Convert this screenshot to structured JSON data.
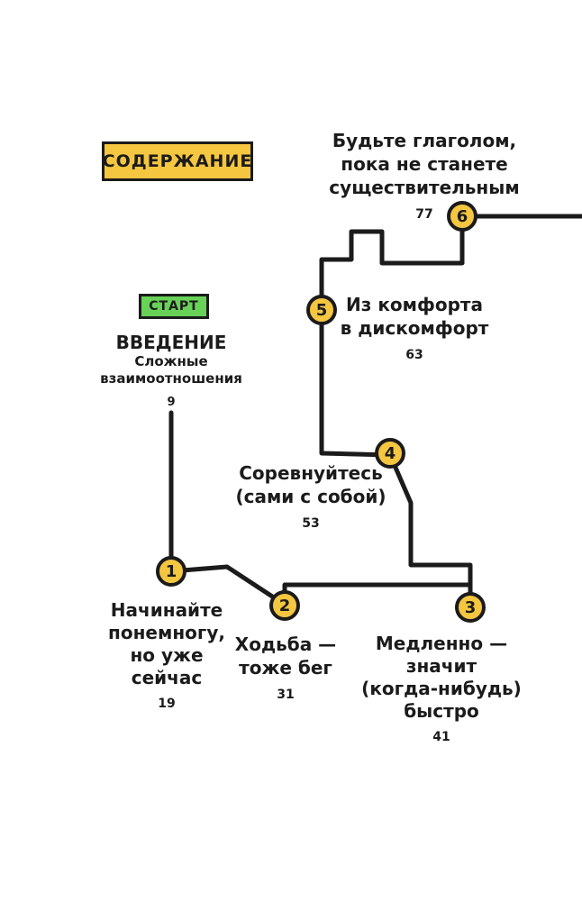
{
  "header": {
    "contents_label": "СОДЕРЖАНИЕ",
    "start_label": "СТАРТ"
  },
  "intro": {
    "title": "ВВЕДЕНИЕ",
    "subtitle": [
      "Сложные",
      "взаимоотношения"
    ],
    "page": "9"
  },
  "chapters": [
    {
      "number": "1",
      "title": [
        "Начинайте",
        "понемногу,",
        "но уже",
        "сейчас"
      ],
      "page": "19"
    },
    {
      "number": "2",
      "title": [
        "Ходьба —",
        "тоже бег"
      ],
      "page": "31"
    },
    {
      "number": "3",
      "title": [
        "Медленно —",
        "значит",
        "(когда-нибудь)",
        "быстро"
      ],
      "page": "41"
    },
    {
      "number": "4",
      "title": [
        "Соревнуйтесь",
        "(сами с собой)"
      ],
      "page": "53"
    },
    {
      "number": "5",
      "title": [
        "Из комфорта",
        "в дискомфорт"
      ],
      "page": "63"
    },
    {
      "number": "6",
      "title": [
        "Будьте глаголом,",
        "пока не станете",
        "существительным"
      ],
      "page": "77"
    }
  ],
  "colors": {
    "station_fill": "#F5C640",
    "contents_box_fill": "#F5C640",
    "start_box_fill": "#67D257",
    "line": "#1B1B1B",
    "text": "#1B1B1B",
    "background": "#FFFFFF"
  }
}
